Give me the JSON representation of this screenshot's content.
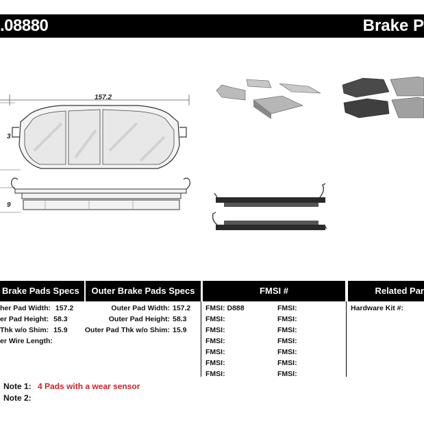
{
  "header": {
    "part_number": ".08880",
    "category": "Brake P"
  },
  "diagram": {
    "width_dim": "157.2",
    "height_dim": "3",
    "thickness_dim": "9"
  },
  "specs": {
    "inner_header": "Brake Pads Specs",
    "outer_header": "Outer Brake Pads Specs",
    "inner_rows": [
      {
        "label": "her Pad Width:",
        "value": "157.2"
      },
      {
        "label": "er Pad Height:",
        "value": "58.3"
      },
      {
        "label": "Thk w/o Shim:",
        "value": "15.9"
      },
      {
        "label": "er Wire Length:",
        "value": ""
      }
    ],
    "outer_rows": [
      {
        "label": "Outer Pad Width:",
        "value": "157.2"
      },
      {
        "label": "Outer Pad Height:",
        "value": "58.3"
      },
      {
        "label": "Outer Pad Thk w/o Shim:",
        "value": "15.9"
      }
    ]
  },
  "fmsi": {
    "header": "FMSI #",
    "col1": [
      "FMSI:  D888",
      "FMSI:",
      "FMSI:",
      "FMSI:",
      "FMSI:",
      "FMSI:",
      "FMSI:"
    ],
    "col2": [
      "FMSI:",
      "FMSI:",
      "FMSI:",
      "FMSI:",
      "FMSI:",
      "FMSI:",
      "FMSI:"
    ]
  },
  "related": {
    "header": "Related Par",
    "hardware_label": "Hardware Kit #:"
  },
  "notes": {
    "note1_label": "Note 1:",
    "note1_value": "4 Pads with a wear sensor",
    "note2_label": "Note 2:"
  },
  "colors": {
    "note_text": "#d21f26",
    "bar": "#000000"
  }
}
